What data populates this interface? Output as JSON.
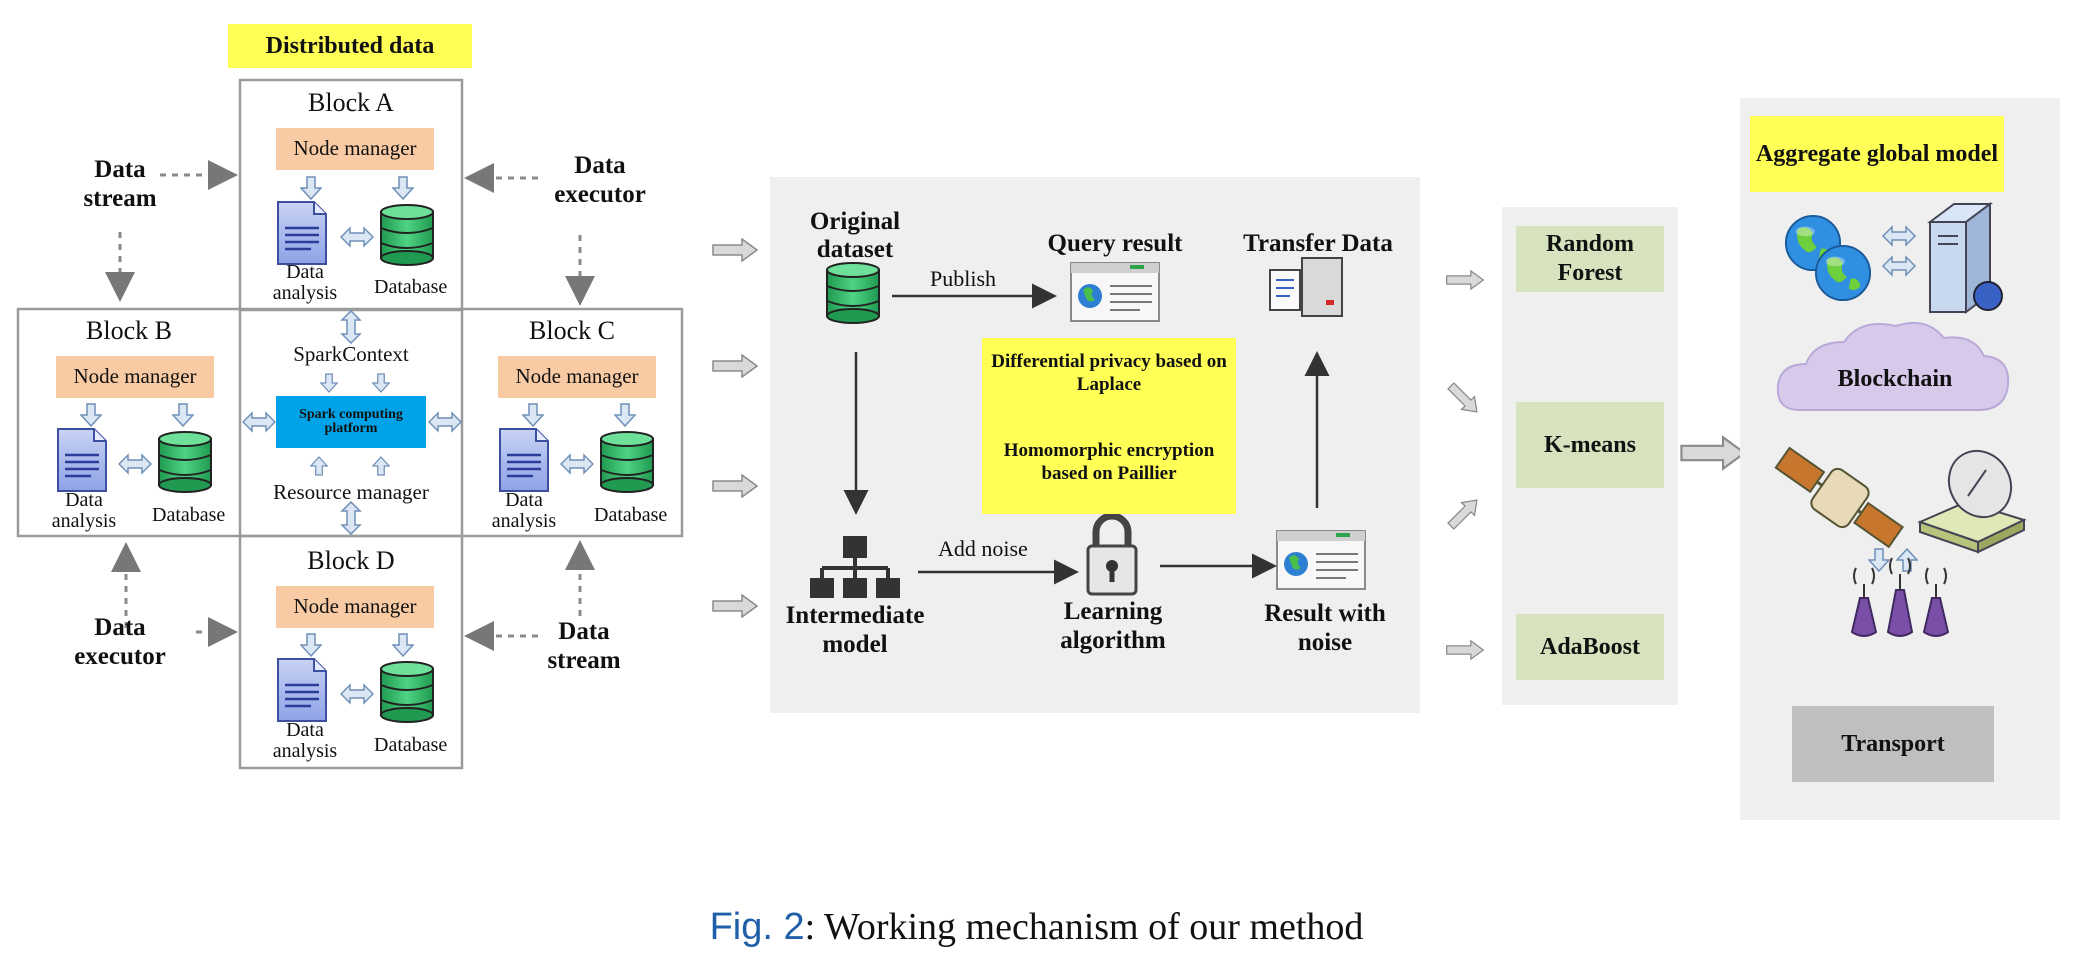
{
  "distributed": {
    "title": "Distributed data",
    "blocks": [
      {
        "name": "Block A",
        "manager": "Node manager",
        "analysis": "Data analysis",
        "database": "Database"
      },
      {
        "name": "Block B",
        "manager": "Node manager",
        "analysis": "Data analysis",
        "database": "Database"
      },
      {
        "name": "Block C",
        "manager": "Node manager",
        "analysis": "Data analysis",
        "database": "Database"
      },
      {
        "name": "Block D",
        "manager": "Node manager",
        "analysis": "Data analysis",
        "database": "Database"
      }
    ],
    "center": {
      "spark_context": "SparkContext",
      "spark_platform": "Spark computing platform",
      "resource_manager": "Resource manager"
    },
    "actors": {
      "top_left": "Data stream",
      "top_right": "Data executor",
      "bottom_left": "Data executor",
      "bottom_right": "Data stream"
    }
  },
  "process": {
    "original_dataset": "Original dataset",
    "publish": "Publish",
    "query_result": "Query result",
    "transfer_data": "Transfer Data",
    "dp_box": "Differential privacy based on Laplace",
    "he_box": "Homomorphic encryption based on Paillier",
    "intermediate_model": "Intermediate model",
    "add_noise": "Add noise",
    "learning_algorithm": "Learning algorithm",
    "result_with_noise": "Result with noise"
  },
  "algorithms": [
    "Random Forest",
    "K-means",
    "AdaBoost"
  ],
  "global": {
    "aggregate": "Aggregate global model",
    "blockchain": "Blockchain",
    "transport": "Transport"
  },
  "caption": {
    "fig_label": "Fig. 2",
    "text": ": Working mechanism of our method"
  },
  "colors": {
    "highlight_yellow": "#ffff55",
    "node_manager": "#f9cba4",
    "algorithm_box": "#d7e3bf",
    "spark": "#00a3e8",
    "panel_gray": "#efefef",
    "database_green": "#3fbf6f",
    "cloud_purple": "#d7c9ea"
  },
  "icons": [
    "database-icon",
    "document-icon",
    "double-arrow-icon",
    "browser-window-icon",
    "server-icon",
    "hierarchy-icon",
    "padlock-icon",
    "globe-icon",
    "satellite-icon",
    "radar-dish-icon",
    "antenna-icon",
    "cloud-icon"
  ]
}
